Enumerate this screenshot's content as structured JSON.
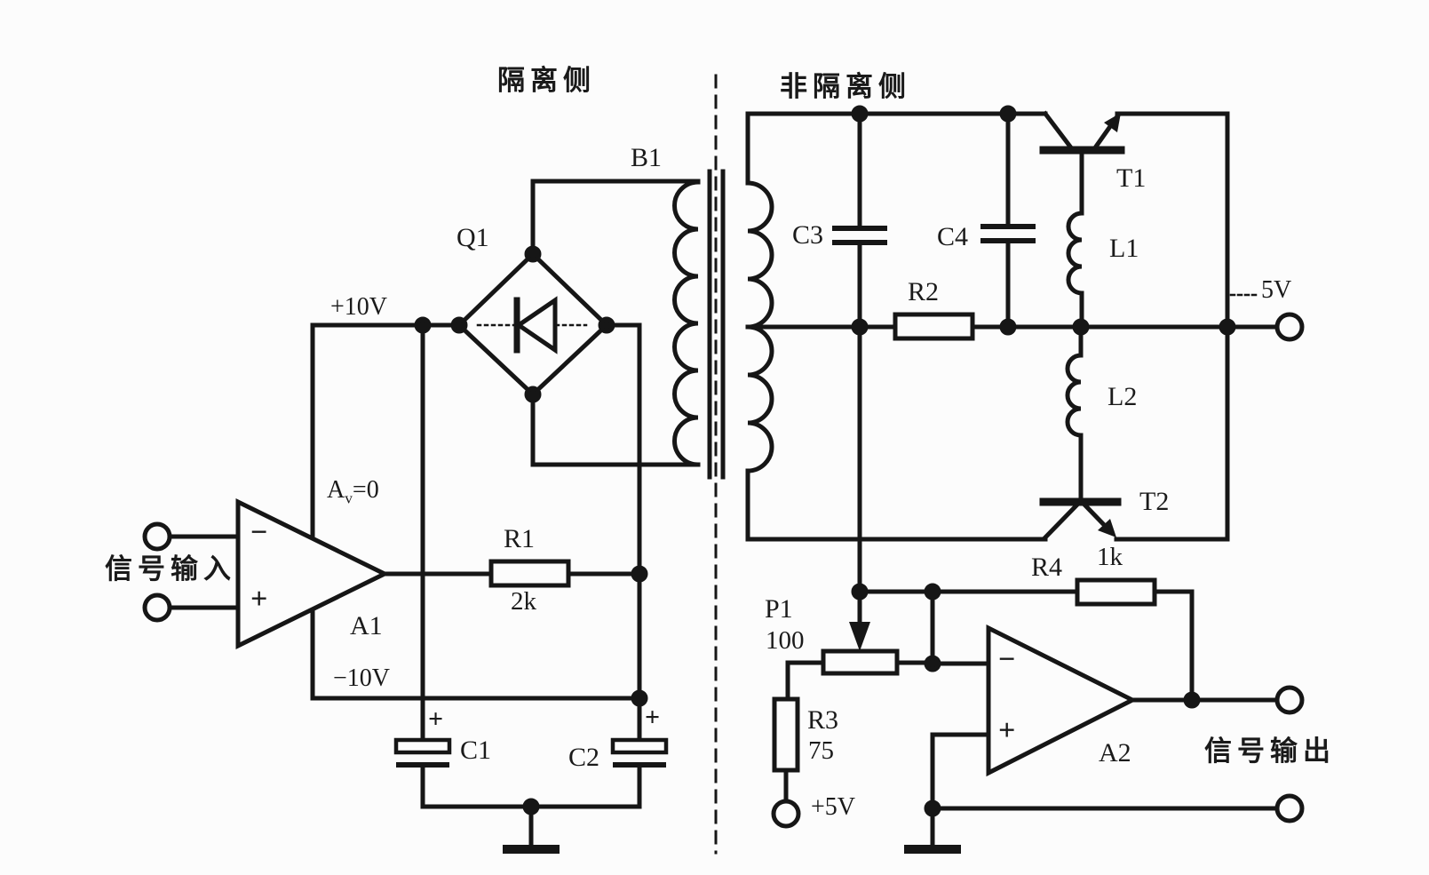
{
  "sections": {
    "isolated_side": "隔离侧",
    "non_isolated_side": "非隔离侧"
  },
  "io": {
    "signal_input": "信号输入",
    "signal_output": "信号输出"
  },
  "power": {
    "pos10": "+10V",
    "neg10": "−10V",
    "pos5": "+5V",
    "rail5": "5V"
  },
  "gain": {
    "base": "A",
    "sub": "v",
    "rest": "=0"
  },
  "components": {
    "b1": "B1",
    "q1": "Q1",
    "a1": "A1",
    "a2": "A2",
    "r1": {
      "ref": "R1",
      "value": "2k"
    },
    "r2": {
      "ref": "R2"
    },
    "r3": {
      "ref": "R3",
      "value": "75"
    },
    "r4": {
      "ref": "R4",
      "value": "1k"
    },
    "p1": {
      "ref": "P1",
      "value": "100"
    },
    "c1": "C1",
    "c2": "C2",
    "c3": "C3",
    "c4": "C4",
    "l1": "L1",
    "l2": "L2",
    "t1": "T1",
    "t2": "T2"
  },
  "opamp_signs": {
    "minus": "−",
    "plus": "+"
  },
  "cap_polarity": "+",
  "colors": {
    "ink": "#161616",
    "paper": "#fcfcfc"
  }
}
